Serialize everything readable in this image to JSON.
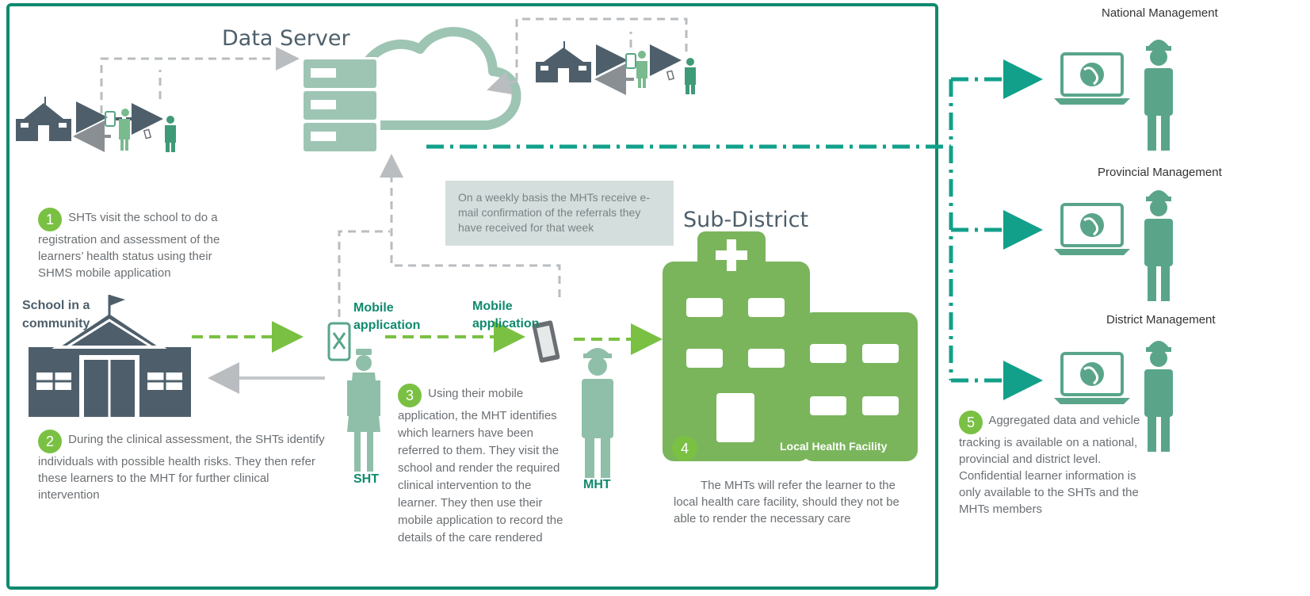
{
  "title": "Data Server",
  "subdistrict_title": "Sub-District",
  "school_label": "School in a community",
  "mobile_app_label": "Mobile application",
  "sht_label": "SHT",
  "mht_label": "MHT",
  "facility_label": "Local Health Facility",
  "weekly_note": "On a weekly basis the MHTs receive e-mail confirmation of the referrals they have received for that week",
  "management": {
    "national": "National Management",
    "provincial": "Provincial Management",
    "district": "District Management"
  },
  "steps": [
    {
      "num": "1",
      "text": " SHTs visit the school  to do a registration and assessment of the learners’ health status using their SHMS  mobile application"
    },
    {
      "num": "2",
      "text": " During the clinical assessment, the SHTs identify individuals with possible health risks. They then  refer these learners  to the MHT for further clinical intervention"
    },
    {
      "num": "3",
      "text": " Using their mobile application, the MHT identifies which learners have been referred to them. They  visit the school and render the required clinical intervention to the learner. They then use their mobile application to record the details of the care rendered"
    },
    {
      "num": "4",
      "text": "The MHTs will refer the learner to the local health care facility, should they not be able to render the necessary care"
    },
    {
      "num": "5",
      "text": " Aggregated data and vehicle tracking is available on a national, provincial and district level. Confidential learner information is only available to the SHTs and the MHTs members"
    }
  ],
  "colors": {
    "frame": "#0f8a6e",
    "green": "#7ac143",
    "person_teal": "#5aa58a",
    "server": "#9ec5b4",
    "school_dark": "#4e5f6b",
    "facility": "#7ab55c",
    "note_bg": "#d4dfdd"
  }
}
